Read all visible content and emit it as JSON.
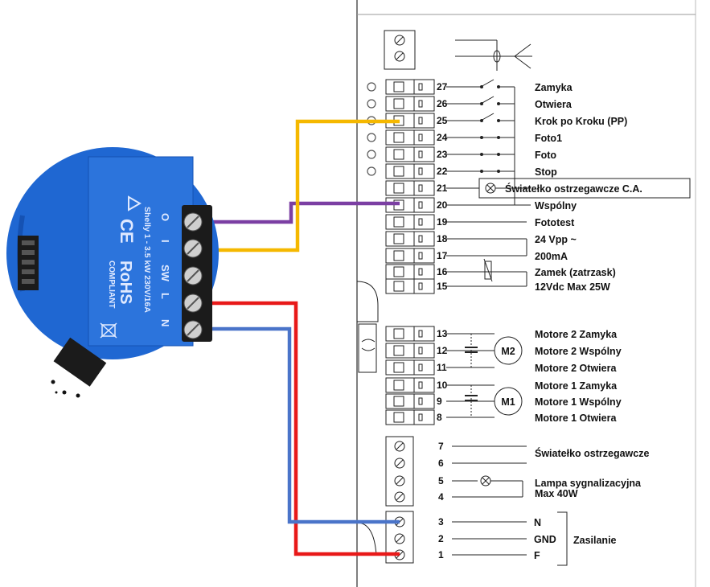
{
  "shelly": {
    "terminals": [
      "O",
      "I",
      "SW",
      "L",
      "N"
    ],
    "rating_text": "Shelly 1 - 3.5 kW 230V/16A",
    "ce_mark": "CE",
    "rohs_text": "RoHS",
    "rohs_sub": "COMPLIANT",
    "colors": {
      "body": "#1f67d2",
      "body_dark": "#1552b3"
    }
  },
  "wires": {
    "purple": "#7b3fa3",
    "yellow": "#f5b800",
    "red": "#e81919",
    "blue": "#4a74c9"
  },
  "board": {
    "input_terminals": [
      {
        "num": "27",
        "label": "Zamyka"
      },
      {
        "num": "26",
        "label": "Otwiera"
      },
      {
        "num": "25",
        "label": "Krok po Kroku (PP)"
      },
      {
        "num": "24",
        "label": "Foto1"
      },
      {
        "num": "23",
        "label": "Foto"
      },
      {
        "num": "22",
        "label": "Stop"
      },
      {
        "num": "21",
        "label": "Światełko ostrzegawcze C.A."
      },
      {
        "num": "20",
        "label": "Wspólny"
      },
      {
        "num": "19",
        "label": "Fototest"
      },
      {
        "num": "18",
        "label": "24 Vpp ~"
      },
      {
        "num": "17",
        "label": "200mA"
      },
      {
        "num": "16",
        "label": "Zamek (zatrzask)"
      },
      {
        "num": "15",
        "label": "12Vdc Max 25W"
      }
    ],
    "motor2": {
      "symbol": "M2",
      "rows": [
        {
          "num": "13",
          "label": "Motore 2  Zamyka"
        },
        {
          "num": "12",
          "label": "Motore 2  Wspólny"
        },
        {
          "num": "11",
          "label": "Motore 2  Otwiera"
        }
      ]
    },
    "motor1": {
      "symbol": "M1",
      "rows": [
        {
          "num": "10",
          "label": "Motore 1  Zamyka"
        },
        {
          "num": "9",
          "label": "Motore 1  Wspólny"
        },
        {
          "num": "8",
          "label": "Motore 1  Otwiera"
        }
      ]
    },
    "lamp_terminals": [
      {
        "num": "7"
      },
      {
        "num": "6"
      },
      {
        "num": "5"
      },
      {
        "num": "4"
      }
    ],
    "lamp_labels": {
      "warning": "Światełko ostrzegawcze",
      "signal_1": "Lampa sygnalizacyjna",
      "signal_2": "Max 40W"
    },
    "power_terminals": [
      {
        "num": "3",
        "label": "N"
      },
      {
        "num": "2",
        "label": "GND"
      },
      {
        "num": "1",
        "label": "F"
      }
    ],
    "power_label": "Zasilanie"
  }
}
